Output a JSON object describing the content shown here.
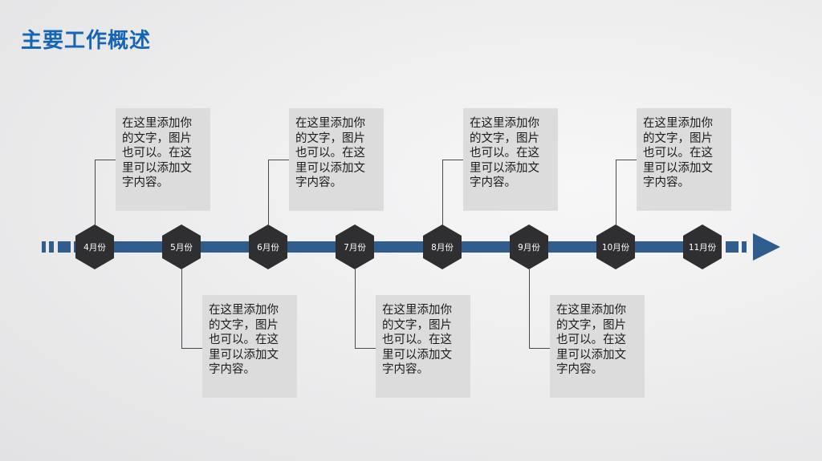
{
  "title": "主要工作概述",
  "colors": {
    "accent": "#1565b5",
    "axis": "#2e5d8e",
    "hex": "#2f2f31",
    "card": "#dcdcdc"
  },
  "months": [
    "4月份",
    "5月份",
    "6月份",
    "7月份",
    "8月份",
    "9月份",
    "10月份",
    "11月份"
  ],
  "cards": [
    {
      "position": "top",
      "month": "4月份",
      "text": "在这里添加你的文字，图片也可以。在这里可以添加文字内容。"
    },
    {
      "position": "bottom",
      "month": "5月份",
      "text": "在这里添加你的文字，图片也可以。在这里可以添加文字内容。"
    },
    {
      "position": "top",
      "month": "6月份",
      "text": "在这里添加你的文字，图片也可以。在这里可以添加文字内容。"
    },
    {
      "position": "bottom",
      "month": "7月份",
      "text": "在这里添加你的文字，图片也可以。在这里可以添加文字内容。"
    },
    {
      "position": "top",
      "month": "8月份",
      "text": "在这里添加你的文字，图片也可以。在这里可以添加文字内容。"
    },
    {
      "position": "bottom",
      "month": "9月份",
      "text": "在这里添加你的文字，图片也可以。在这里可以添加文字内容。"
    },
    {
      "position": "top",
      "month": "10月份",
      "text": "在这里添加你的文字，图片也可以。在这里可以添加文字内容。"
    }
  ],
  "card_lines": [
    [
      "在这里添加你",
      "的文字，图片",
      "也可以。在这",
      "里可以添加文",
      "字内容。"
    ],
    [
      "在这里添加你",
      "的文字，图片",
      "也可以。在这",
      "里可以添加文",
      "字内容。"
    ],
    [
      "在这里添加你",
      "的文字，图片",
      "也可以。在这",
      "里可以添加文",
      "字内容。"
    ],
    [
      "在这里添加你",
      "的文字，图片",
      "也可以。在这",
      "里可以添加文",
      "字内容。"
    ],
    [
      "在这里添加你",
      "的文字，图片",
      "也可以。在这",
      "里可以添加文",
      "字内容。"
    ],
    [
      "在这里添加你",
      "的文字，图片",
      "也可以。在这",
      "里可以添加文",
      "字内容。"
    ],
    [
      "在这里添加你",
      "的文字，图片",
      "也可以。在这",
      "里可以添加文",
      "字内容。"
    ]
  ]
}
